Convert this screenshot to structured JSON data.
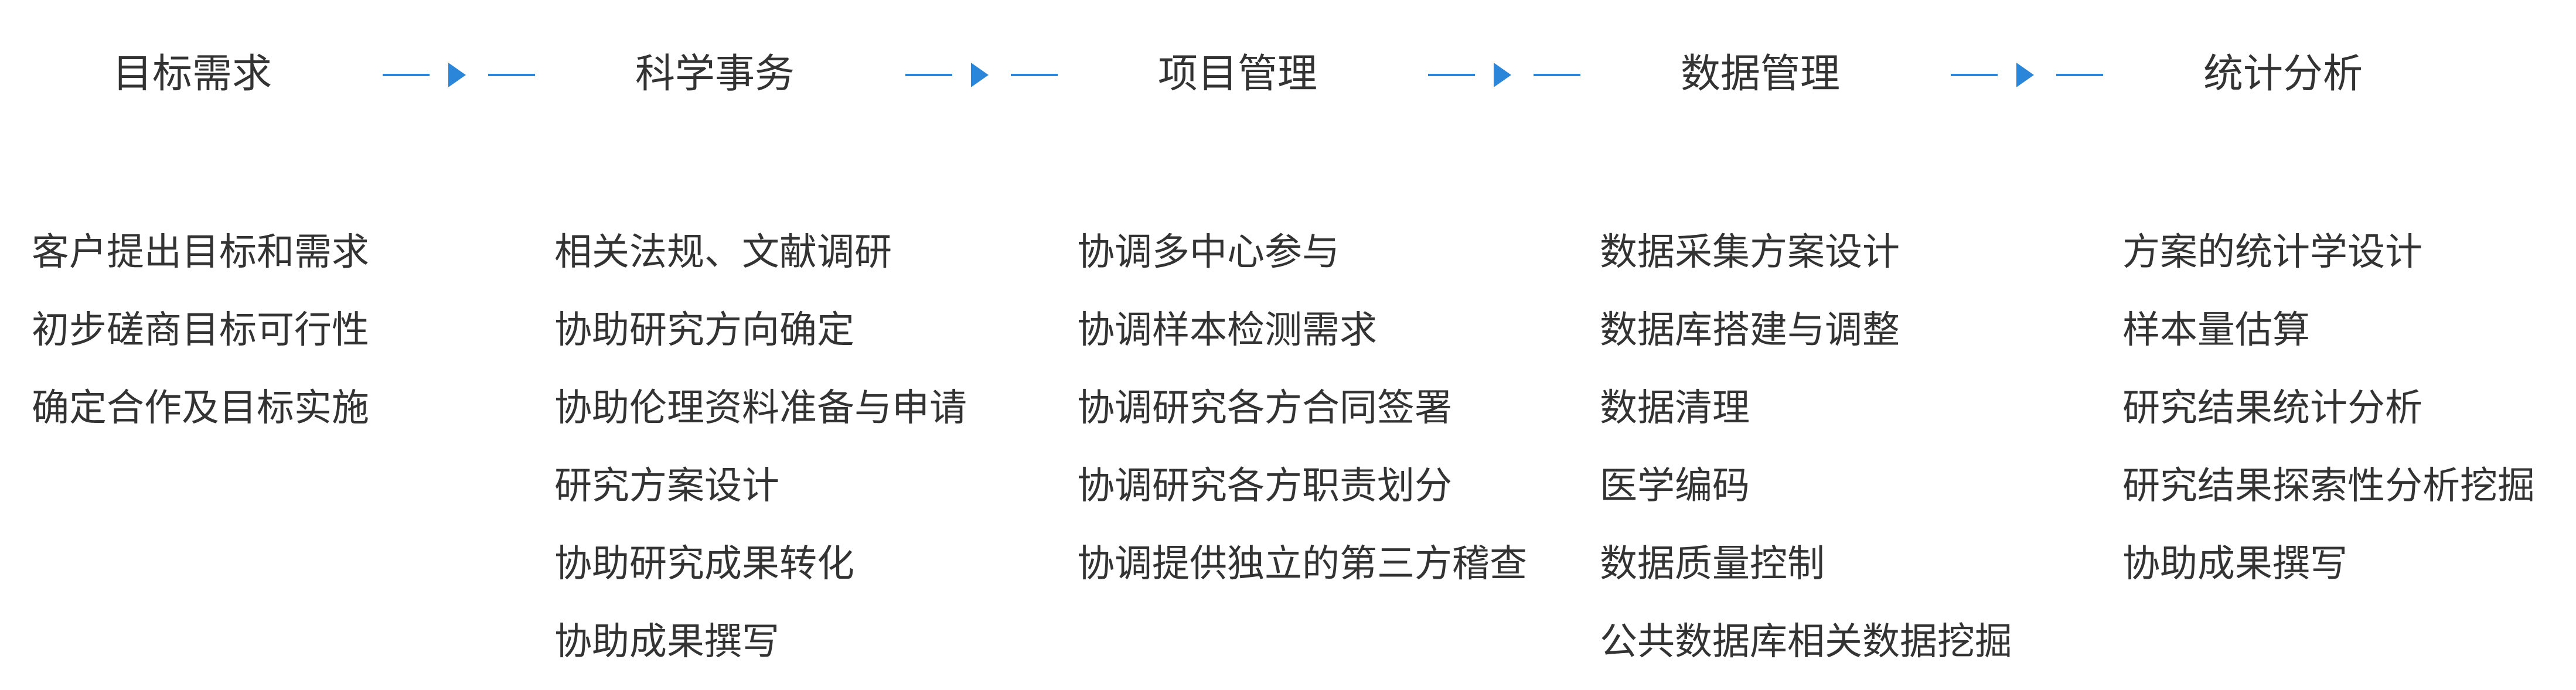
{
  "colors": {
    "accent": "#2b86d9",
    "text": "#333333",
    "background": "#ffffff"
  },
  "stages": [
    {
      "title": "目标需求",
      "items": [
        "客户提出目标和需求",
        "初步磋商目标可行性",
        "确定合作及目标实施"
      ]
    },
    {
      "title": "科学事务",
      "items": [
        "相关法规、文献调研",
        "协助研究方向确定",
        "协助伦理资料准备与申请",
        "研究方案设计",
        "协助研究成果转化",
        "协助成果撰写"
      ]
    },
    {
      "title": "项目管理",
      "items": [
        "协调多中心参与",
        "协调样本检测需求",
        "协调研究各方合同签署",
        "协调研究各方职责划分",
        "协调提供独立的第三方稽查"
      ]
    },
    {
      "title": "数据管理",
      "items": [
        "数据采集方案设计",
        "数据库搭建与调整",
        "数据清理",
        "医学编码",
        "数据质量控制",
        "公共数据库相关数据挖掘"
      ]
    },
    {
      "title": "统计分析",
      "items": [
        "方案的统计学设计",
        "样本量估算",
        "研究结果统计分析",
        "研究结果探索性分析挖掘",
        "协助成果撰写"
      ]
    }
  ]
}
